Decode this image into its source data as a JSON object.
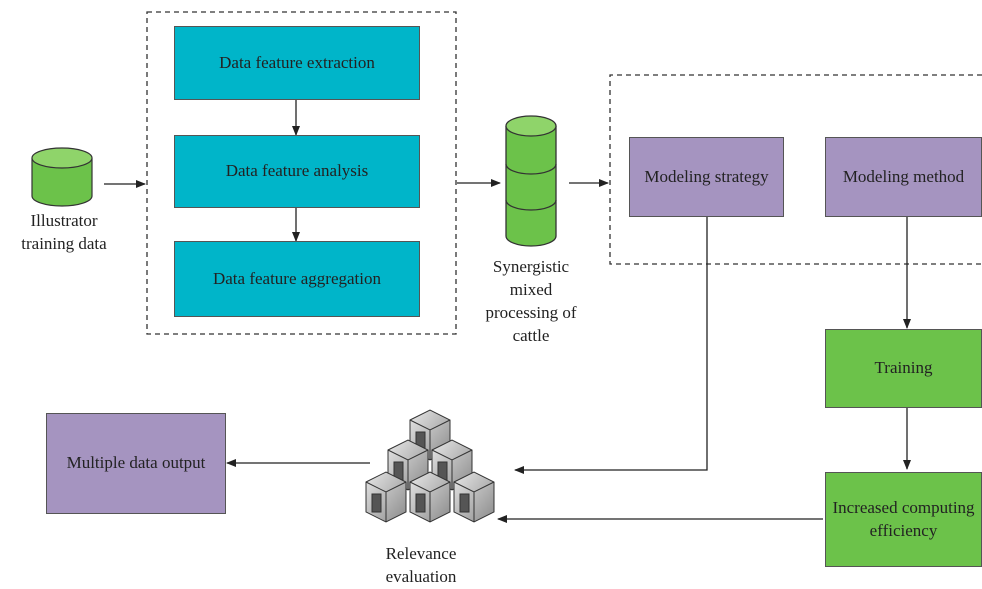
{
  "diagram": {
    "input": {
      "label": "Illustrator training data"
    },
    "feature_steps": [
      "Data feature extraction",
      "Data feature analysis",
      "Data feature aggregation"
    ],
    "processing": {
      "label": "Synergistic mixed processing of cattle"
    },
    "modeling": {
      "strategy": "Modeling strategy",
      "method": "Modeling method"
    },
    "training": "Training",
    "efficiency": "Increased computing efficiency",
    "evaluation": {
      "label": "Relevance evaluation"
    },
    "output": "Multiple data output"
  },
  "colors": {
    "teal": "#00b5c9",
    "purple": "#a594c0",
    "green": "#6cc24a"
  }
}
